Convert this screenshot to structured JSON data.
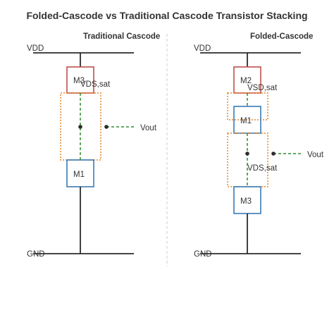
{
  "title": "Folded-Cascode vs Traditional Cascode Transistor Stacking",
  "colors": {
    "wire": "#2b2b2b",
    "top_device": "#c0504d",
    "bottom_device": "#3a7bb5",
    "saturation_box": "#e6862b",
    "node_path": "#2e8b2e",
    "divider": "#cccccc"
  },
  "traditional": {
    "title": "Traditional Cascode",
    "vdd": "VDD",
    "gnd": "GND",
    "upper_device": "M3",
    "lower_device": "M1",
    "vds_label": "VDS,sat",
    "output": "Vout"
  },
  "folded": {
    "title": "Folded-Cascode",
    "vdd": "VDD",
    "gnd": "GND",
    "top_device": "M2",
    "middle_device": "M1",
    "bottom_device": "M3",
    "vsd_label": "VSD,sat",
    "vds_label": "VDS,sat",
    "output": "Vout"
  }
}
